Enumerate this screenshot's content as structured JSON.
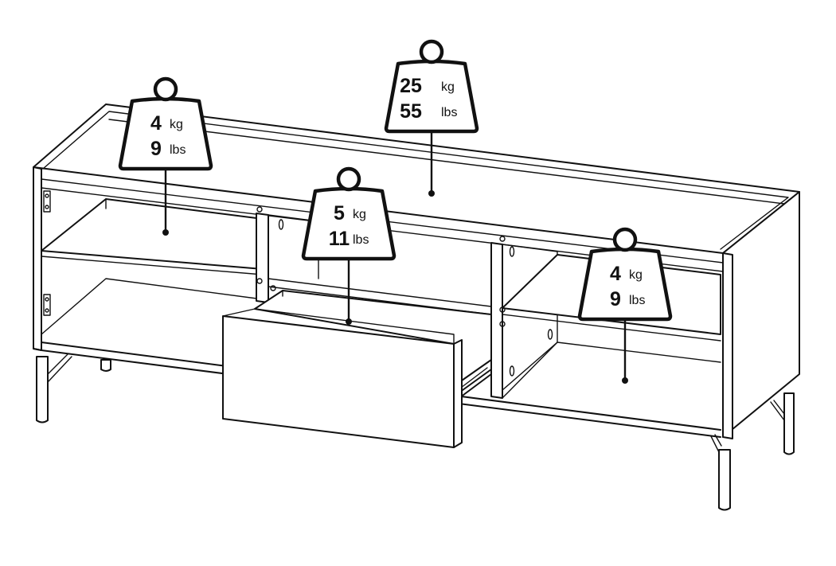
{
  "weights": [
    {
      "id": "left-top-shelf",
      "kg_value": "4",
      "kg_unit": "kg",
      "lbs_value": "9",
      "lbs_unit": "lbs"
    },
    {
      "id": "top-surface",
      "kg_value": "25",
      "kg_unit": "kg",
      "lbs_value": "55",
      "lbs_unit": "lbs"
    },
    {
      "id": "drawer",
      "kg_value": "5",
      "kg_unit": "kg",
      "lbs_value": "11",
      "lbs_unit": "lbs"
    },
    {
      "id": "right-shelf",
      "kg_value": "4",
      "kg_unit": "kg",
      "lbs_value": "9",
      "lbs_unit": "lbs"
    }
  ],
  "colors": {
    "line": "#111111",
    "background": "#ffffff"
  }
}
